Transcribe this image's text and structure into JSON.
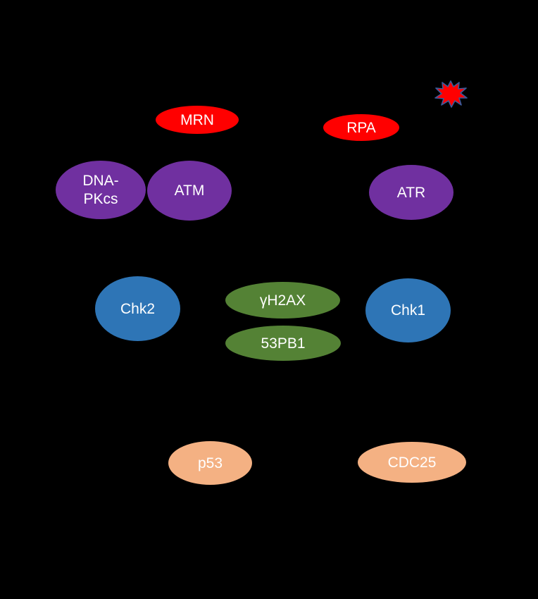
{
  "nodes": {
    "mrn": "MRN",
    "rpa": "RPA",
    "dnapkcs_line1": "DNA-",
    "dnapkcs_line2": "PKcs",
    "atm": "ATM",
    "atr": "ATR",
    "chk2": "Chk2",
    "gamma_h2ax": "γH2AX",
    "pb1": "53PB1",
    "chk1": "Chk1",
    "p53": "p53",
    "cdc25": "CDC25"
  },
  "icons": {
    "damage": "dna-damage-burst-icon"
  },
  "colors": {
    "background": "#000000",
    "sensor_red": "#ff0000",
    "kinase_purple": "#7030a0",
    "checkpoint_blue": "#2e75b6",
    "mediator_green": "#548235",
    "effector_peach": "#f4b183",
    "burst_outline": "#3b5a9a"
  }
}
